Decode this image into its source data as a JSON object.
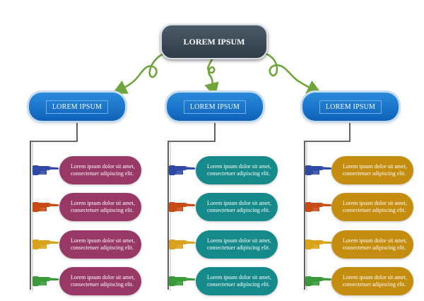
{
  "root": {
    "label": "LOREM IPSUM"
  },
  "colors": {
    "root": "#34434f",
    "category": "#1a75cc",
    "columns": [
      "#983866",
      "#168a8a",
      "#c48d10"
    ],
    "hand_colors": [
      "#2e4aa6",
      "#c84a15",
      "#d9a21a",
      "#3a9a3a"
    ],
    "curl": "#6fa53a"
  },
  "columns": [
    {
      "title": "LOREM IPSUM",
      "items": [
        "Lorem ipsum dolor sit amet, consectetuer adipiscing elit.",
        "Lorem ipsum dolor sit amet, consectetuer adipiscing elit.",
        "Lorem ipsum dolor sit amet, consectetuer adipiscing elit.",
        "Lorem ipsum dolor sit amet, consectetuer adipiscing elit."
      ]
    },
    {
      "title": "LOREM IPSUM",
      "items": [
        "Lorem ipsum dolor sit amet, consectetuer adipiscing elit.",
        "Lorem ipsum dolor sit amet, consectetuer adipiscing elit.",
        "Lorem ipsum dolor sit amet, consectetuer adipiscing elit.",
        "Lorem ipsum dolor sit amet, consectetuer adipiscing elit."
      ]
    },
    {
      "title": "LOREM IPSUM",
      "items": [
        "Lorem ipsum dolor sit amet, consectetuer adipiscing elit.",
        "Lorem ipsum dolor sit amet, consectetuer adipiscing elit.",
        "Lorem ipsum dolor sit amet, consectetuer adipiscing elit.",
        "Lorem ipsum dolor sit amet, consectetuer adipiscing elit."
      ]
    }
  ],
  "icons": {
    "connector": "curly-arrow-icon",
    "item_marker": "pointing-hand-icon"
  }
}
